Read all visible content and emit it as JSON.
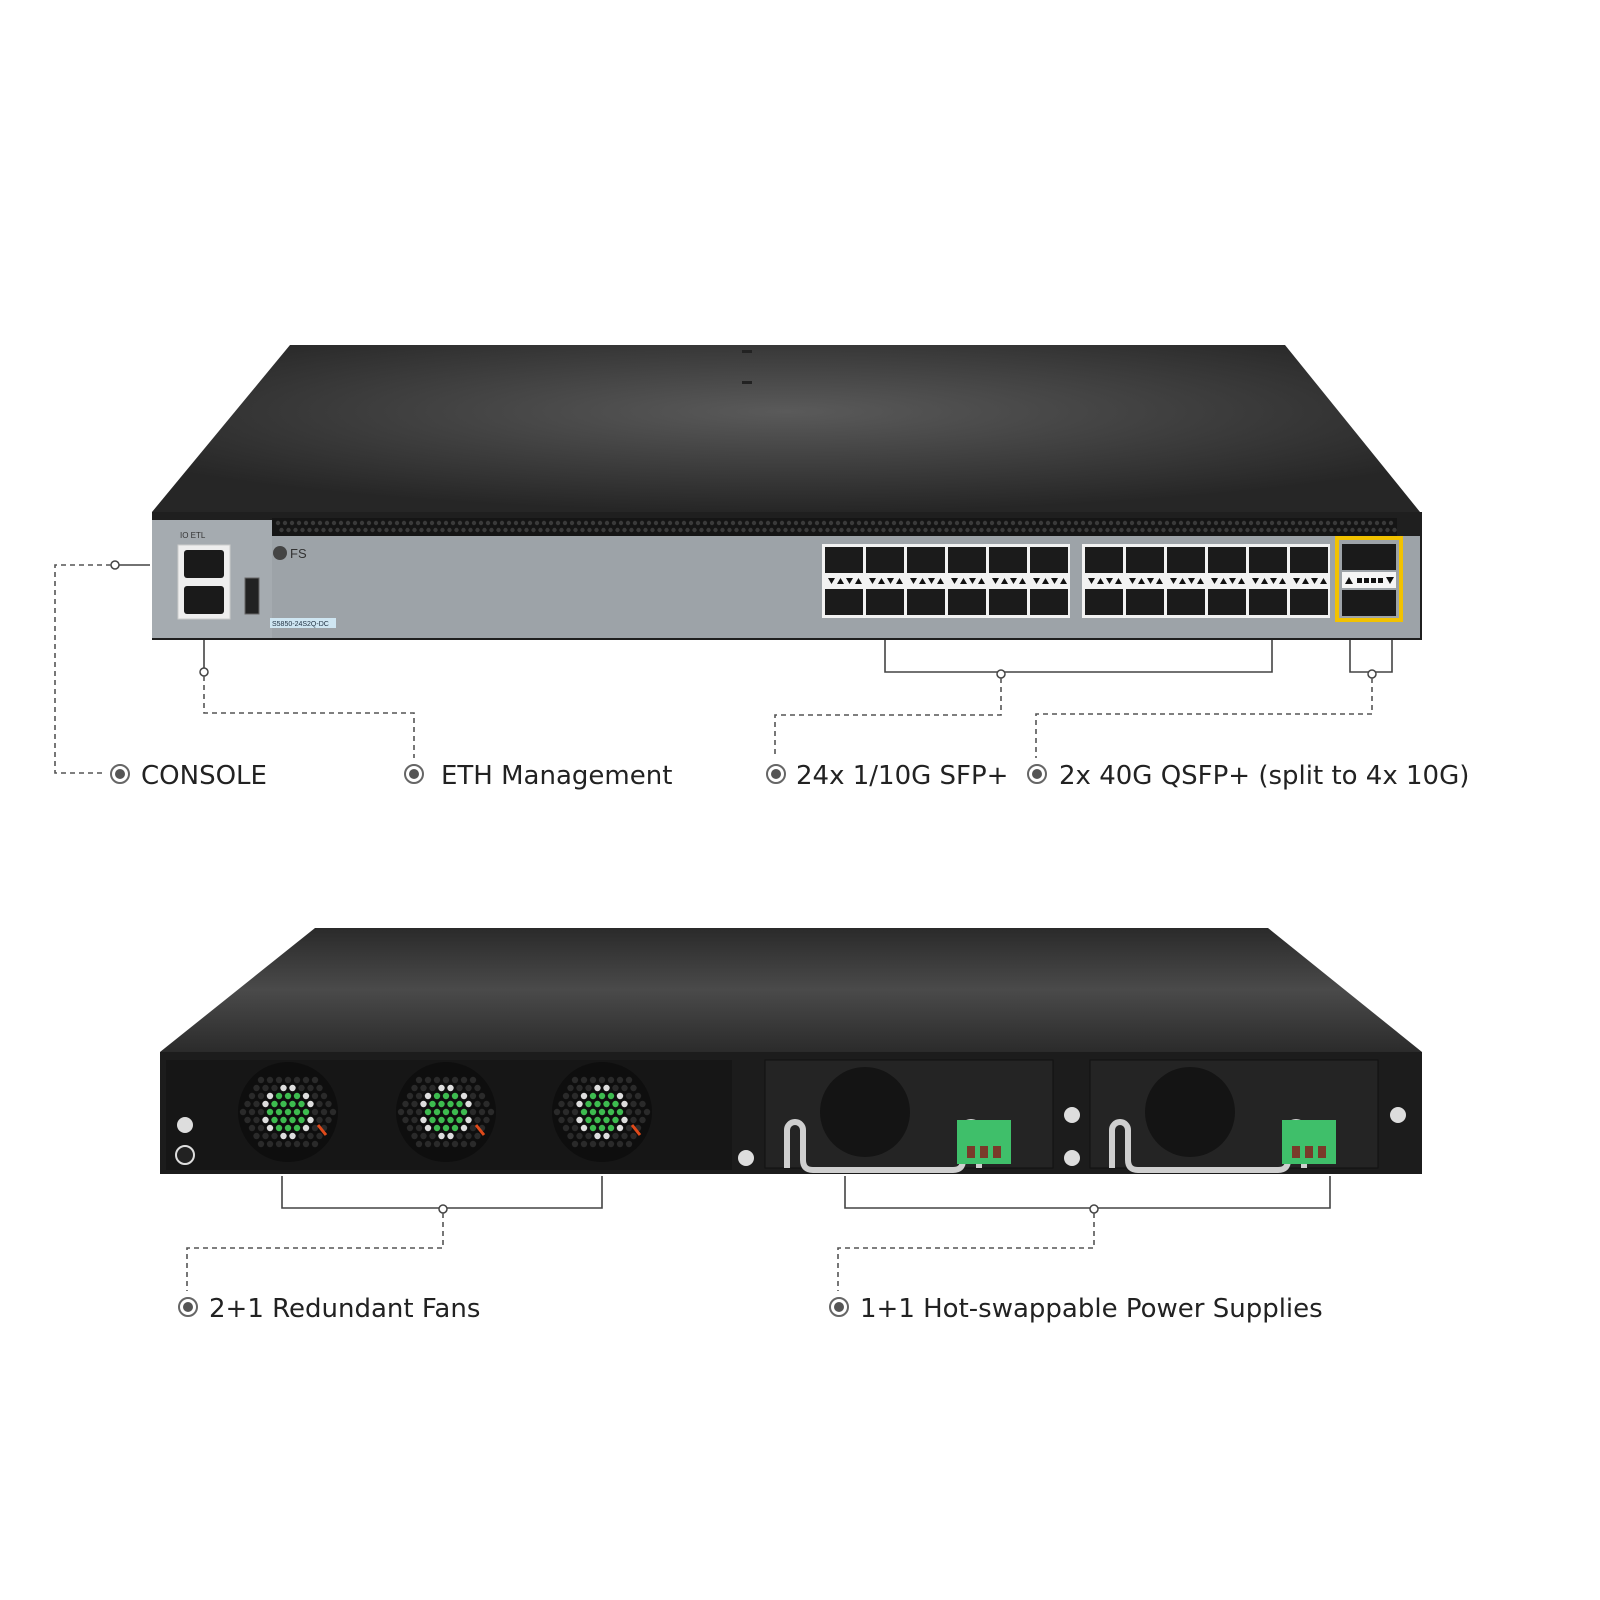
{
  "front": {
    "brand": "FS",
    "model_label": "S5850-24S2Q-DC",
    "port_header": "IO ETL",
    "sfp_port_count": 24,
    "qsfp_port_count": 2,
    "qsfp_highlight_color": "#f2c200"
  },
  "rear": {
    "fan_count": 3,
    "psu_count": 2,
    "fan_led_color": "#3dbb4f",
    "terminal_color": "#3fbf6a"
  },
  "callouts": {
    "console": "CONSOLE",
    "eth_management": "ETH Management",
    "sfp": "24x 1/10G SFP+",
    "qsfp": "2x 40G QSFP+ (split to 4x 10G)",
    "fans": "2+1 Redundant Fans",
    "power": "1+1 Hot-swappable Power Supplies"
  },
  "icons": {
    "callout_bullet": "radio-dot-icon"
  }
}
